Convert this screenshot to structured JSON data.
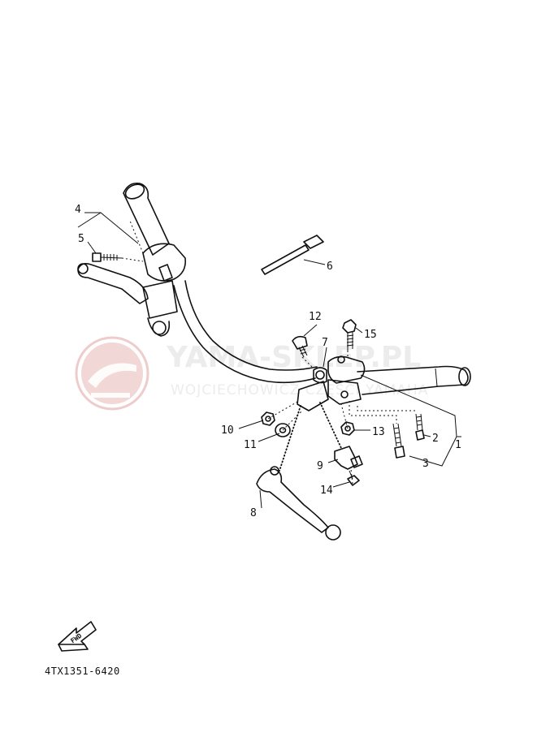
{
  "watermark": {
    "brand": "YAMA-SKLEP.PL",
    "subtitle": "WOJCIECHOWICZ CZĘŚCI YAMAHA"
  },
  "callouts": {
    "c1": "1",
    "c2": "2",
    "c3": "3",
    "c4": "4",
    "c5": "5",
    "c6": "6",
    "c7": "7",
    "c8": "8",
    "c9": "9",
    "c10": "10",
    "c11": "11",
    "c12": "12",
    "c13": "13",
    "c14": "14",
    "c15": "15"
  },
  "fwd_label": "FWD",
  "doc_code": "4TX1351-6420"
}
